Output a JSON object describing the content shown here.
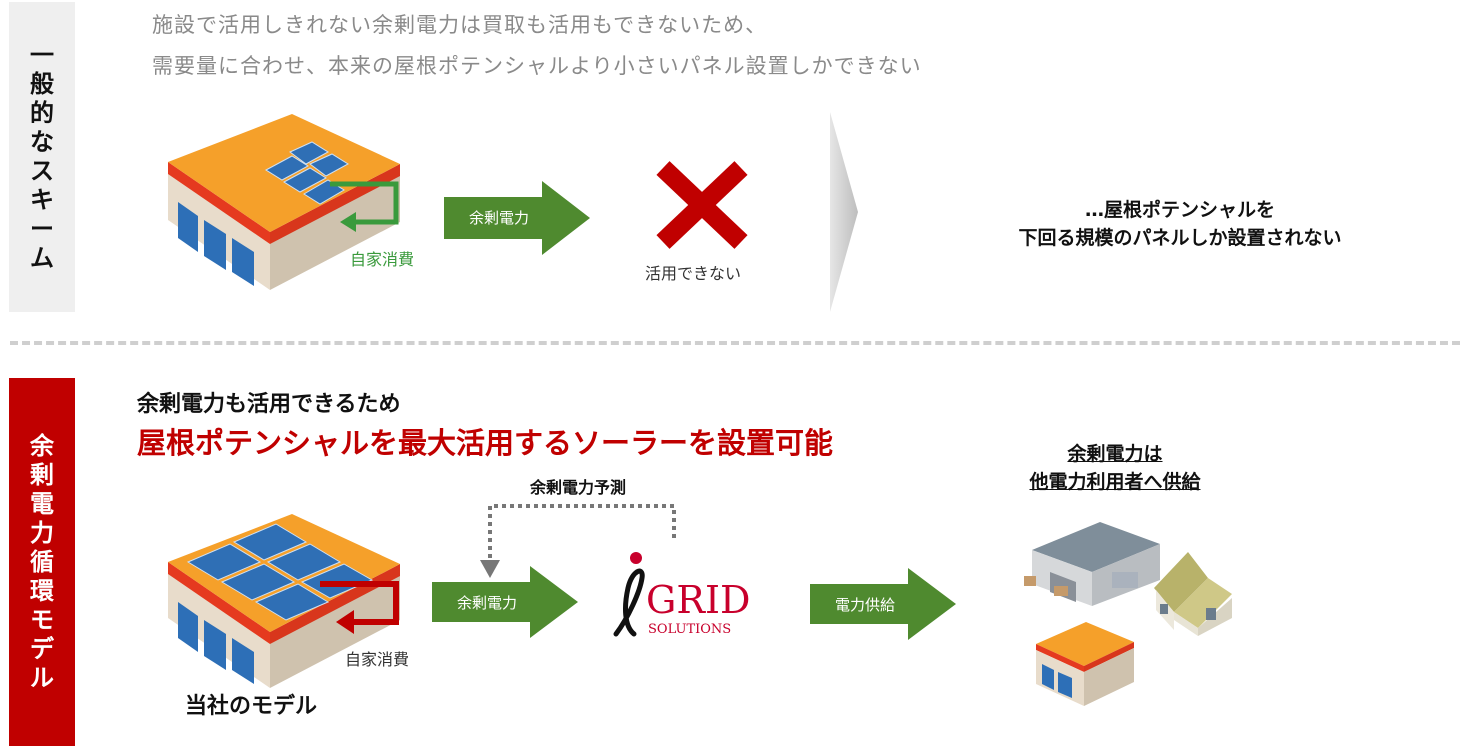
{
  "top": {
    "side_label": "一般的なスキーム",
    "desc_line1": "施設で活用しきれない余剰電力は買取も活用もできないため、",
    "desc_line2": "需要量に合わせ、本来の屋根ポテンシャルより小さいパネル設置しかできない",
    "self_consumption": "自家消費",
    "surplus_arrow": "余剰電力",
    "cannot_use": "活用できない",
    "result_line1": "…屋根ポテンシャルを",
    "result_line2": "下回る規模のパネルしか設置されない"
  },
  "bottom": {
    "side_label": "余剰電力循環モデル",
    "headline1": "余剰電力も活用できるため",
    "headline2": "屋根ポテンシャルを最大活用するソーラーを設置可能",
    "forecast": "余剰電力予測",
    "surplus_arrow": "余剰電力",
    "self_consumption": "自家消費",
    "our_model": "当社のモデル",
    "supply_arrow": "電力供給",
    "logo_main": "GRID",
    "logo_sub": "SOLUTIONS",
    "supply_line1": "余剰電力は",
    "supply_line2": "他電力利用者へ供給"
  },
  "colors": {
    "green": "#3a9a3c",
    "arrow_green": "#4f8a2f",
    "red": "#c00000",
    "roof_orange": "#f5a02a",
    "panel_blue": "#2f6fb5",
    "gray_text": "#8a8a8a"
  }
}
